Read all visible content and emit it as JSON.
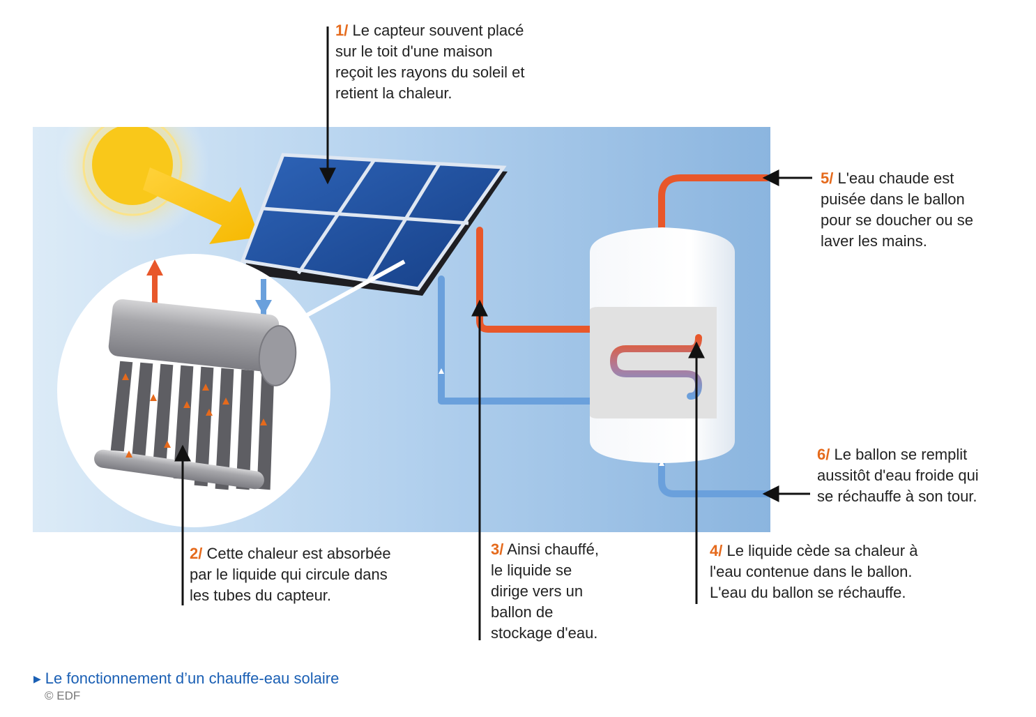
{
  "steps": [
    {
      "num": "1/",
      "lines": [
        "Le capteur souvent placé",
        "sur le toit d'une maison",
        "reçoit les rayons du soleil et",
        "retient la chaleur."
      ]
    },
    {
      "num": "2/",
      "lines": [
        "Cette chaleur est absorbée",
        "par le liquide qui circule dans",
        "les tubes du capteur."
      ]
    },
    {
      "num": "3/",
      "lines": [
        "Ainsi chauffé,",
        "le liquide se",
        "dirige vers un",
        "ballon de",
        "stockage d'eau."
      ]
    },
    {
      "num": "4/",
      "lines": [
        "Le liquide cède sa chaleur à",
        "l'eau contenue dans le ballon.",
        "L'eau du ballon se réchauffe."
      ]
    },
    {
      "num": "5/",
      "lines": [
        "L'eau chaude est",
        "puisée dans le ballon",
        "pour se doucher ou se",
        "laver les mains."
      ]
    },
    {
      "num": "6/",
      "lines": [
        "Le ballon se remplit",
        "aussitôt d'eau froide qui",
        "se réchauffe à son tour."
      ]
    }
  ],
  "footer": {
    "title": "Le fonctionnement d’un chauffe-eau solaire",
    "credit": "© EDF"
  },
  "colors": {
    "hot": "#e8572a",
    "cold": "#6aa0dc",
    "accent_number": "#e56a1c",
    "panel": "#1b4f99",
    "sky_light": "#d6e8f6",
    "sky_dark": "#8fb8e0",
    "footer_link": "#1a5fb4"
  }
}
